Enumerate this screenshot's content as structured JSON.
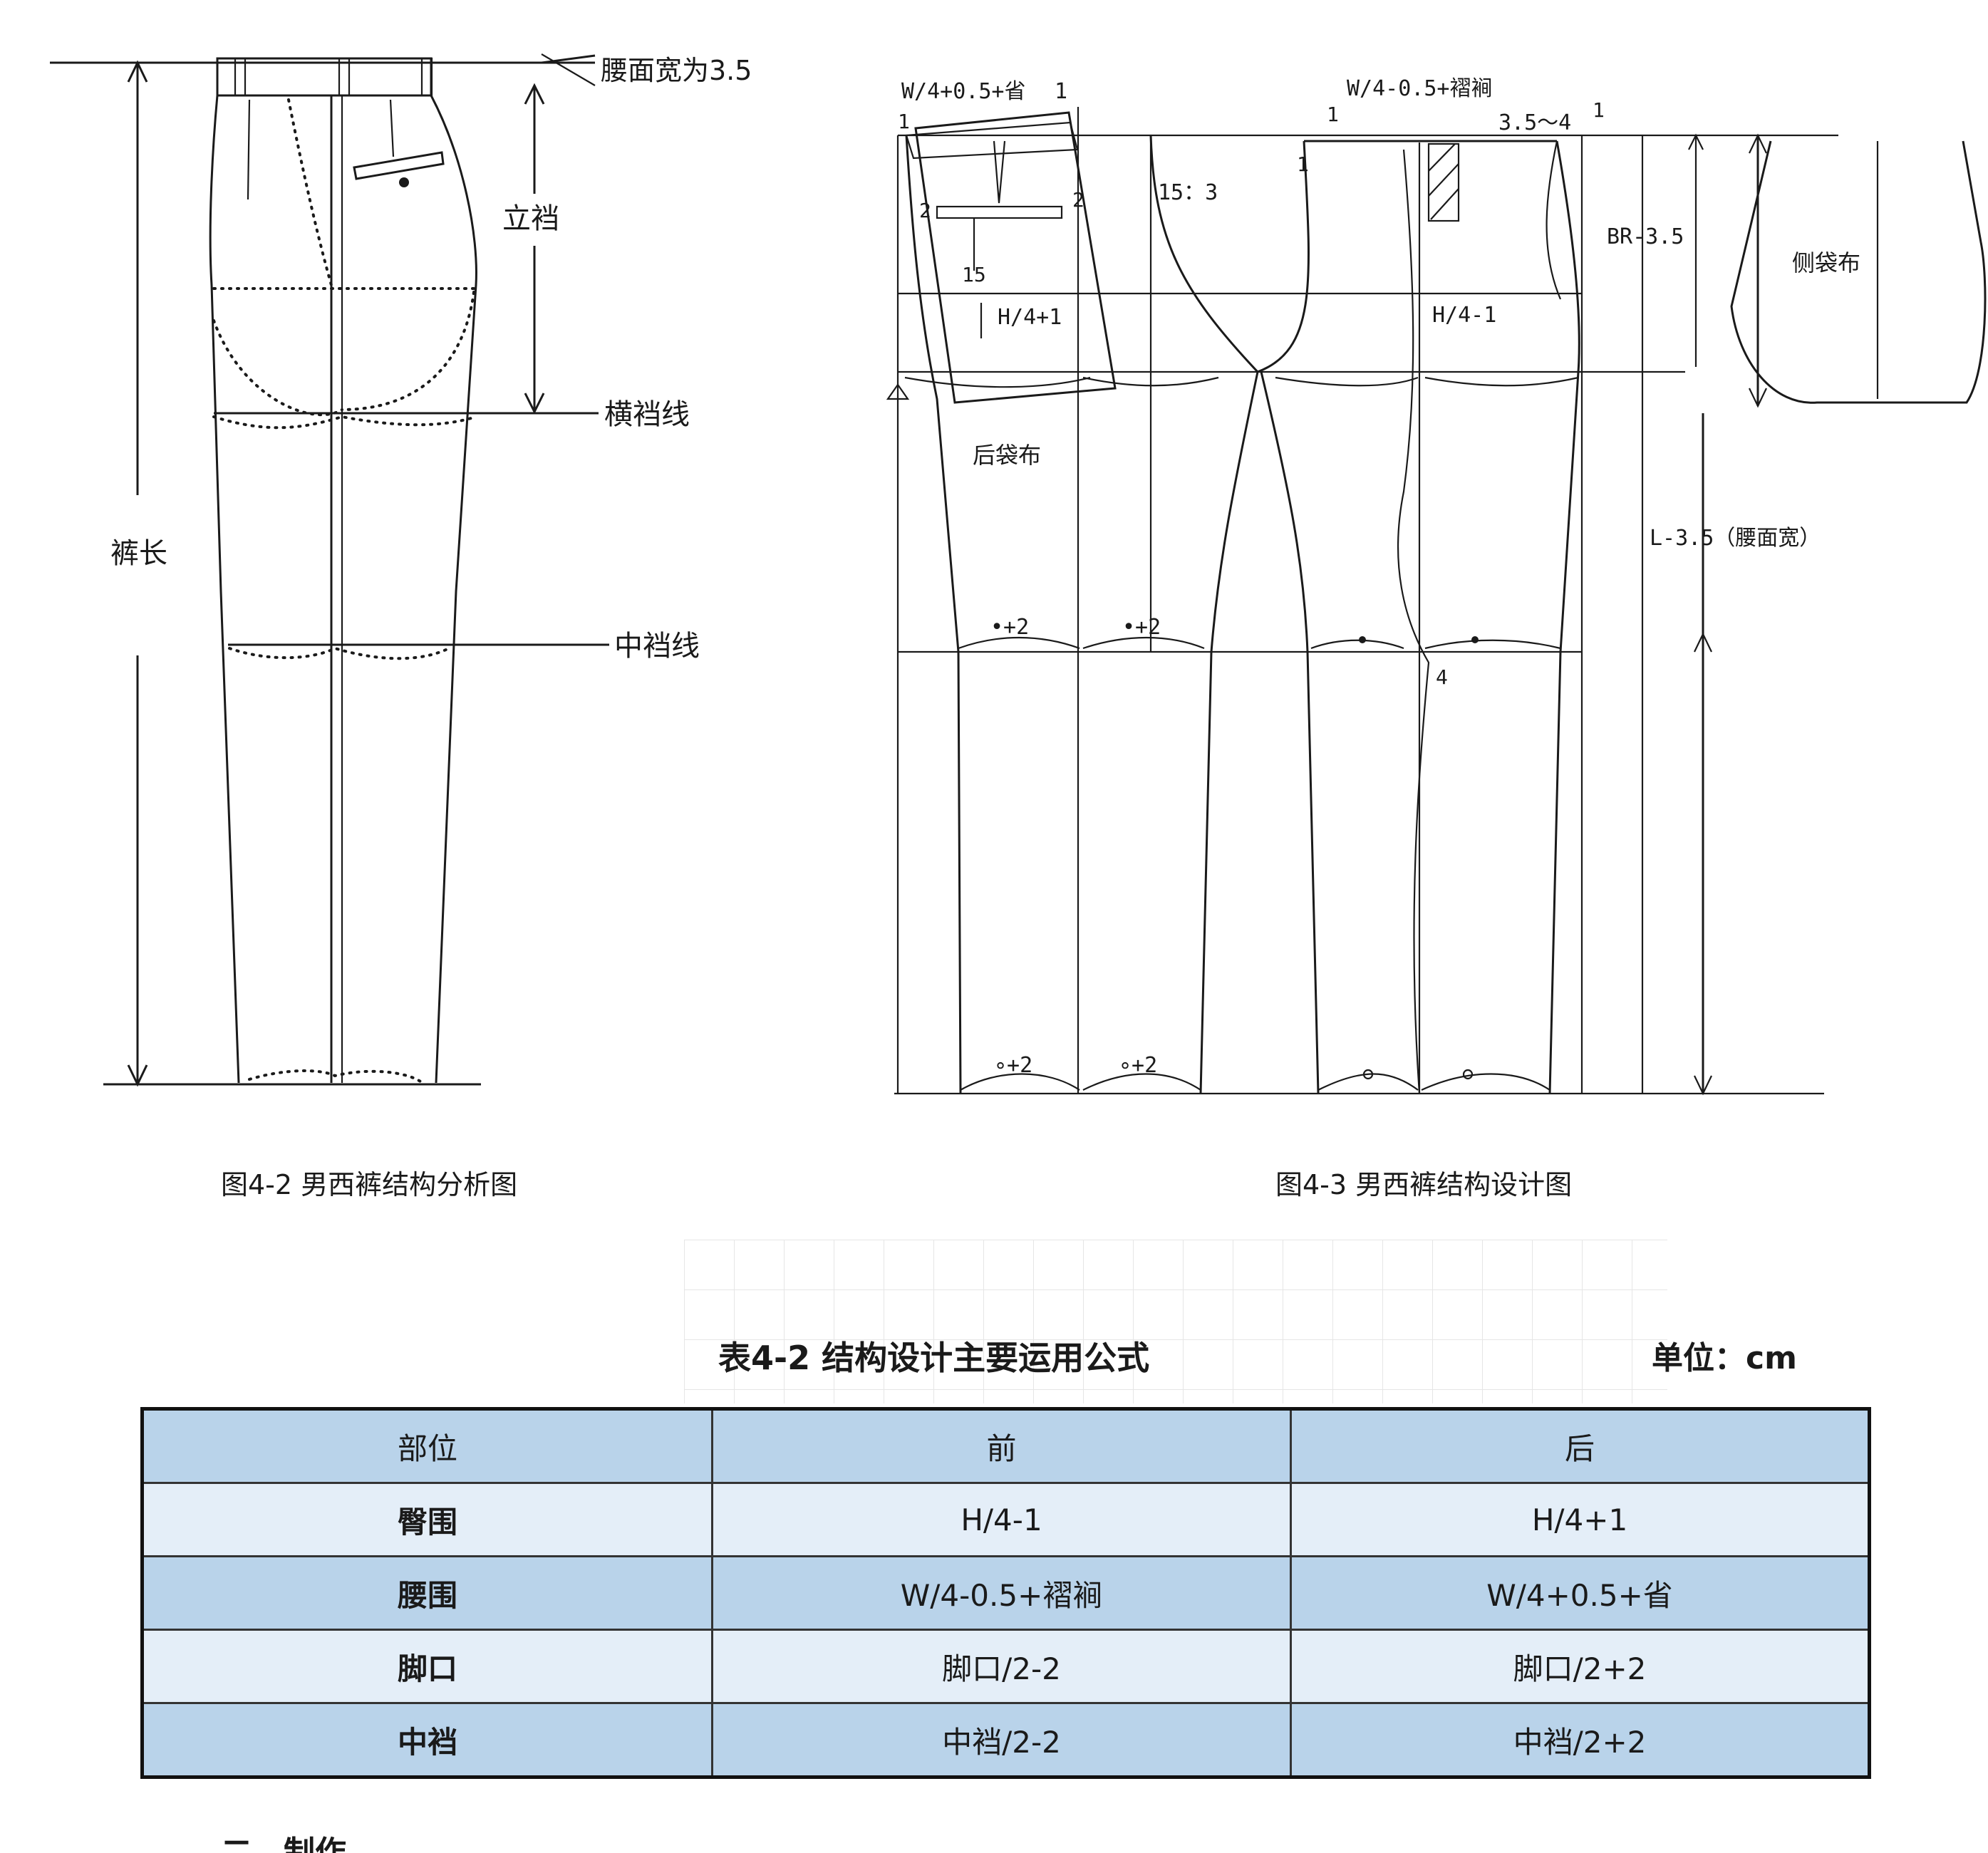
{
  "figure_left": {
    "labels": {
      "waistband": "腰面宽为3.5",
      "rise": "立裆",
      "crotch_line": "横裆线",
      "length": "裤长",
      "knee_line": "中裆线"
    },
    "caption": "图4-2 男西裤结构分析图"
  },
  "figure_right": {
    "labels": {
      "back_waist": "W/4+0.5+省",
      "back_waist_1": "1",
      "front_waist": "W/4-0.5+褶裥",
      "pleat": "3.5～4",
      "one_a": "1",
      "one_b": "1",
      "one_c": "1",
      "one_d": "1",
      "two_a": "2",
      "two_b": "2",
      "ratio": "15：3",
      "fifteen": "15",
      "back_hip": "H/4+1",
      "front_hip": "H/4-1",
      "br": "BR-3.5",
      "side_pocket": "侧袋布",
      "back_pocket": "后袋布",
      "length_formula": "L-3.5（腰面宽）",
      "knee_back_a": "•+2",
      "knee_back_b": "•+2",
      "four": "4",
      "hem_back_a": "∘+2",
      "hem_back_b": "∘+2"
    },
    "caption": "图4-3 男西裤结构设计图"
  },
  "table": {
    "title": "表4-2 结构设计主要运用公式",
    "unit": "单位：cm",
    "headers": [
      "部位",
      "前",
      "后"
    ],
    "rows": [
      [
        "臀围",
        "H/4-1",
        "H/4+1"
      ],
      [
        "腰围",
        "W/4-0.5+褶裥",
        "W/4+0.5+省"
      ],
      [
        "脚口",
        "脚口/2-2",
        "脚口/2+2"
      ],
      [
        "中裆",
        "中裆/2-2",
        "中裆/2+2"
      ]
    ]
  },
  "footer_fragment": "二、制作"
}
